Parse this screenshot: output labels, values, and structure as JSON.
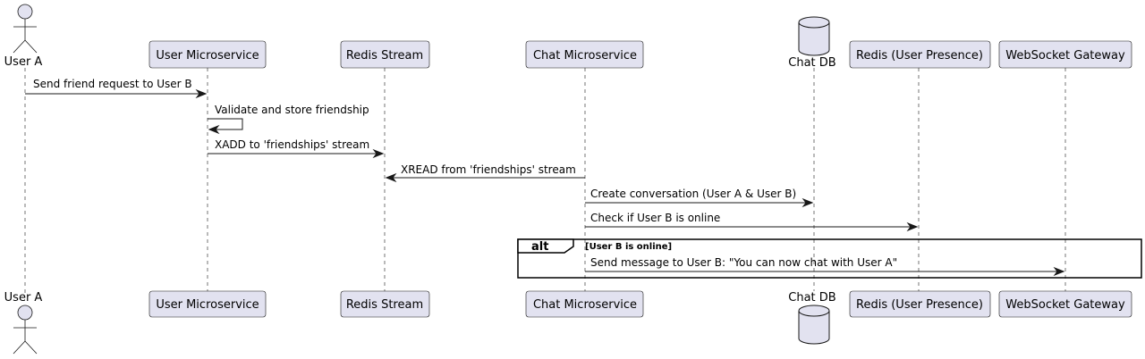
{
  "participants": {
    "user_a": "User A",
    "user_ms": "User Microservice",
    "redis_stream": "Redis Stream",
    "chat_ms": "Chat Microservice",
    "chat_db": "Chat DB",
    "presence": "Redis (User Presence)",
    "ws_gateway": "WebSocket Gateway"
  },
  "messages": {
    "m1": "Send friend request to User B",
    "m2": "Validate and store friendship",
    "m3": "XADD to 'friendships' stream",
    "m4": "XREAD from 'friendships' stream",
    "m5": "Create conversation (User A & User B)",
    "m6": "Check if User B is online",
    "m7": "Send message to User B: \"You can now chat with User A\""
  },
  "alt_fragment": {
    "keyword": "alt",
    "guard": "[User B is online]"
  },
  "colors": {
    "participant_fill": "#e2e2f0",
    "line": "#181818"
  }
}
